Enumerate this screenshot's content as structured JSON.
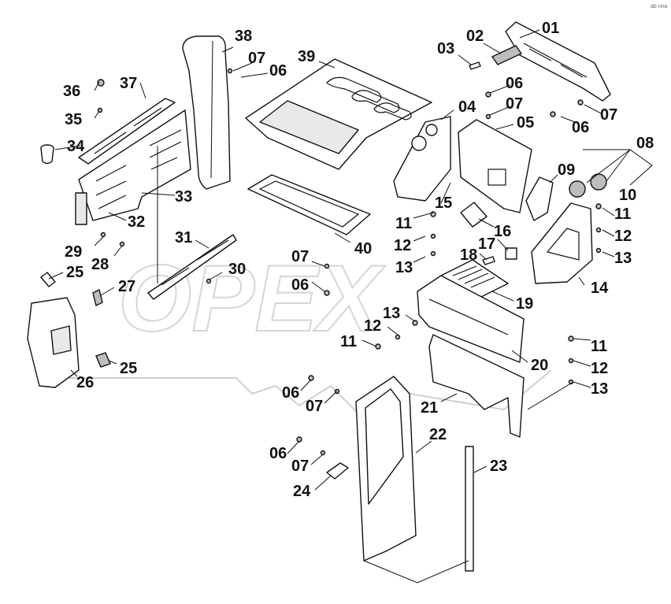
{
  "corner_code": "ab nna",
  "watermark": "OPEX",
  "callouts": {
    "c01": "01",
    "c02": "02",
    "c03": "03",
    "c04": "04",
    "c05": "05",
    "c06a": "06",
    "c06b": "06",
    "c06c": "06",
    "c06d": "06",
    "c06e": "06",
    "c06f": "06",
    "c07a": "07",
    "c07b": "07",
    "c07c": "07",
    "c07d": "07",
    "c07e": "07",
    "c07f": "07",
    "c08": "08",
    "c09": "09",
    "c10": "10",
    "c11a": "11",
    "c11b": "11",
    "c11c": "11",
    "c11d": "11",
    "c12a": "12",
    "c12b": "12",
    "c12c": "12",
    "c12d": "12",
    "c13a": "13",
    "c13b": "13",
    "c13c": "13",
    "c13d": "13",
    "c14": "14",
    "c15": "15",
    "c16": "16",
    "c17": "17",
    "c18": "18",
    "c19": "19",
    "c20": "20",
    "c21": "21",
    "c22": "22",
    "c23": "23",
    "c24": "24",
    "c25a": "25",
    "c25b": "25",
    "c26": "26",
    "c27": "27",
    "c28": "28",
    "c29": "29",
    "c30": "30",
    "c31": "31",
    "c32": "32",
    "c33": "33",
    "c34": "34",
    "c35": "35",
    "c36": "36",
    "c37": "37",
    "c38": "38",
    "c39": "39",
    "c40": "40"
  }
}
